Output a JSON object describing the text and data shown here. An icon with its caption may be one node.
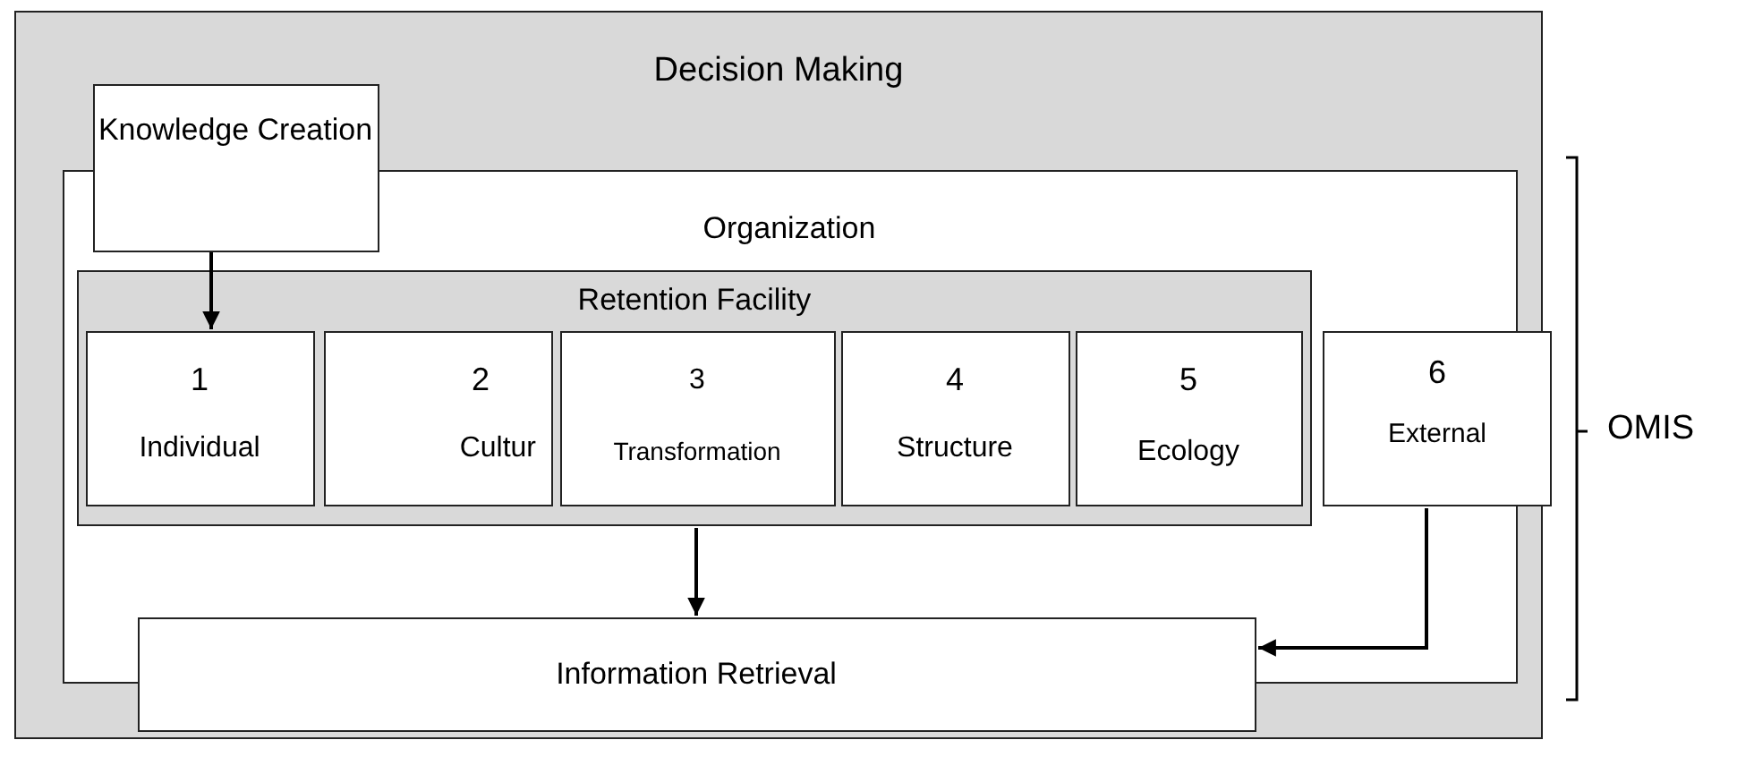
{
  "diagram": {
    "nodes": [
      {
        "text": [
          "Decision Making"
        ]
      },
      {
        "text": [
          "Knowledge Creation"
        ],
        "in": 0
      },
      {
        "text": [
          "Organization"
        ],
        "in": 0
      },
      {
        "text": [
          "Retention Facility"
        ],
        "in": 2
      },
      {
        "text": [
          "1",
          "Individual"
        ],
        "in": 3
      },
      {
        "text": [
          "2",
          "Cultur"
        ],
        "in": 3
      },
      {
        "text": [
          "3",
          "Transformation"
        ],
        "in": 3
      },
      {
        "text": [
          "4",
          "Structure"
        ],
        "in": 3
      },
      {
        "text": [
          "5",
          "Ecology"
        ],
        "in": 3
      },
      {
        "text": [
          "6",
          "External"
        ],
        "in": 2
      },
      {
        "text": [
          "Information Retrieval"
        ],
        "in": 0
      }
    ],
    "edges": [
      {
        "from": 1,
        "to": 4,
        "arrow": "to"
      },
      {
        "from": 3,
        "to": 10,
        "arrow": "to"
      },
      {
        "from": 9,
        "to": 10,
        "arrow": "to"
      }
    ],
    "labels": [
      "OMIS"
    ]
  }
}
